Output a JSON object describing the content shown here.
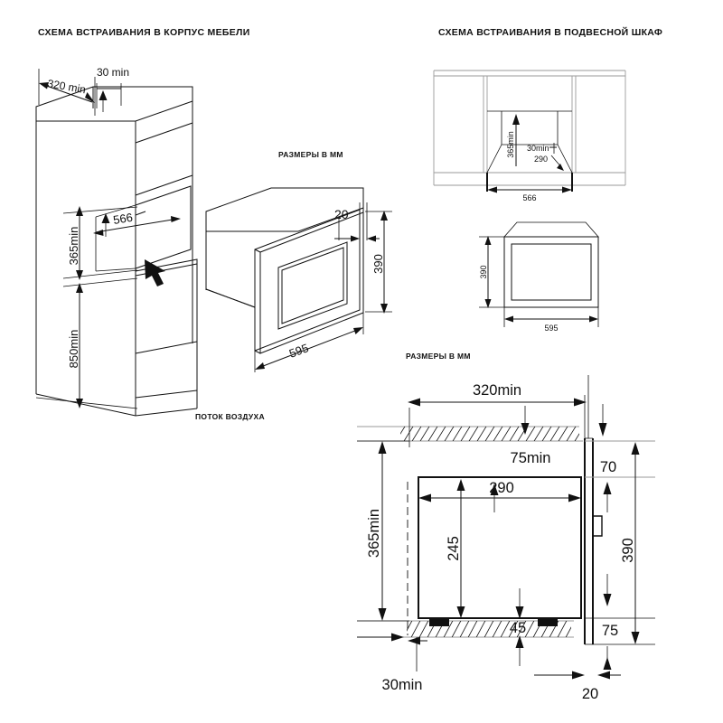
{
  "headings": {
    "left": "СХЕМА ВСТРАИВАНИЯ В КОРПУС МЕБЕЛИ",
    "right": "СХЕМА ВСТРАИВАНИЯ В ПОДВЕСНОЙ ШКАФ"
  },
  "captions": {
    "units_middle": "РАЗМЕРЫ В ММ",
    "units_bottom": "РАЗМЕРЫ В ММ",
    "airflow": "ПОТОК ВОЗДУХА"
  },
  "cabinet_column": {
    "dim_depth_top": "320 min",
    "dim_gap_top": "30 min",
    "dim_niche_height": "365min",
    "dim_niche_width": "566",
    "dim_floor_height": "850min"
  },
  "appliance_iso": {
    "dim_trim_depth": "20",
    "dim_height": "390",
    "dim_width": "595"
  },
  "wall_cabinet": {
    "dim_niche_height": "365min",
    "dim_rear_gap": "30min",
    "dim_rear_depth": "290",
    "dim_niche_width": "566"
  },
  "front_view": {
    "dim_height": "390",
    "dim_width": "595"
  },
  "section_view": {
    "dim_cabinet_depth": "320min",
    "dim_top_clearance": "75min",
    "dim_body_depth": "290",
    "dim_body_height": "245",
    "dim_niche_height": "365min",
    "dim_top_offset": "70",
    "dim_front_height": "390",
    "dim_bottom_offset": "75",
    "dim_foot_clearance": "45",
    "dim_side_gap": "30min",
    "dim_trim_thickness": "20"
  },
  "colors": {
    "line": "#111111",
    "gray_line": "#9a9a9a",
    "background": "#ffffff"
  }
}
